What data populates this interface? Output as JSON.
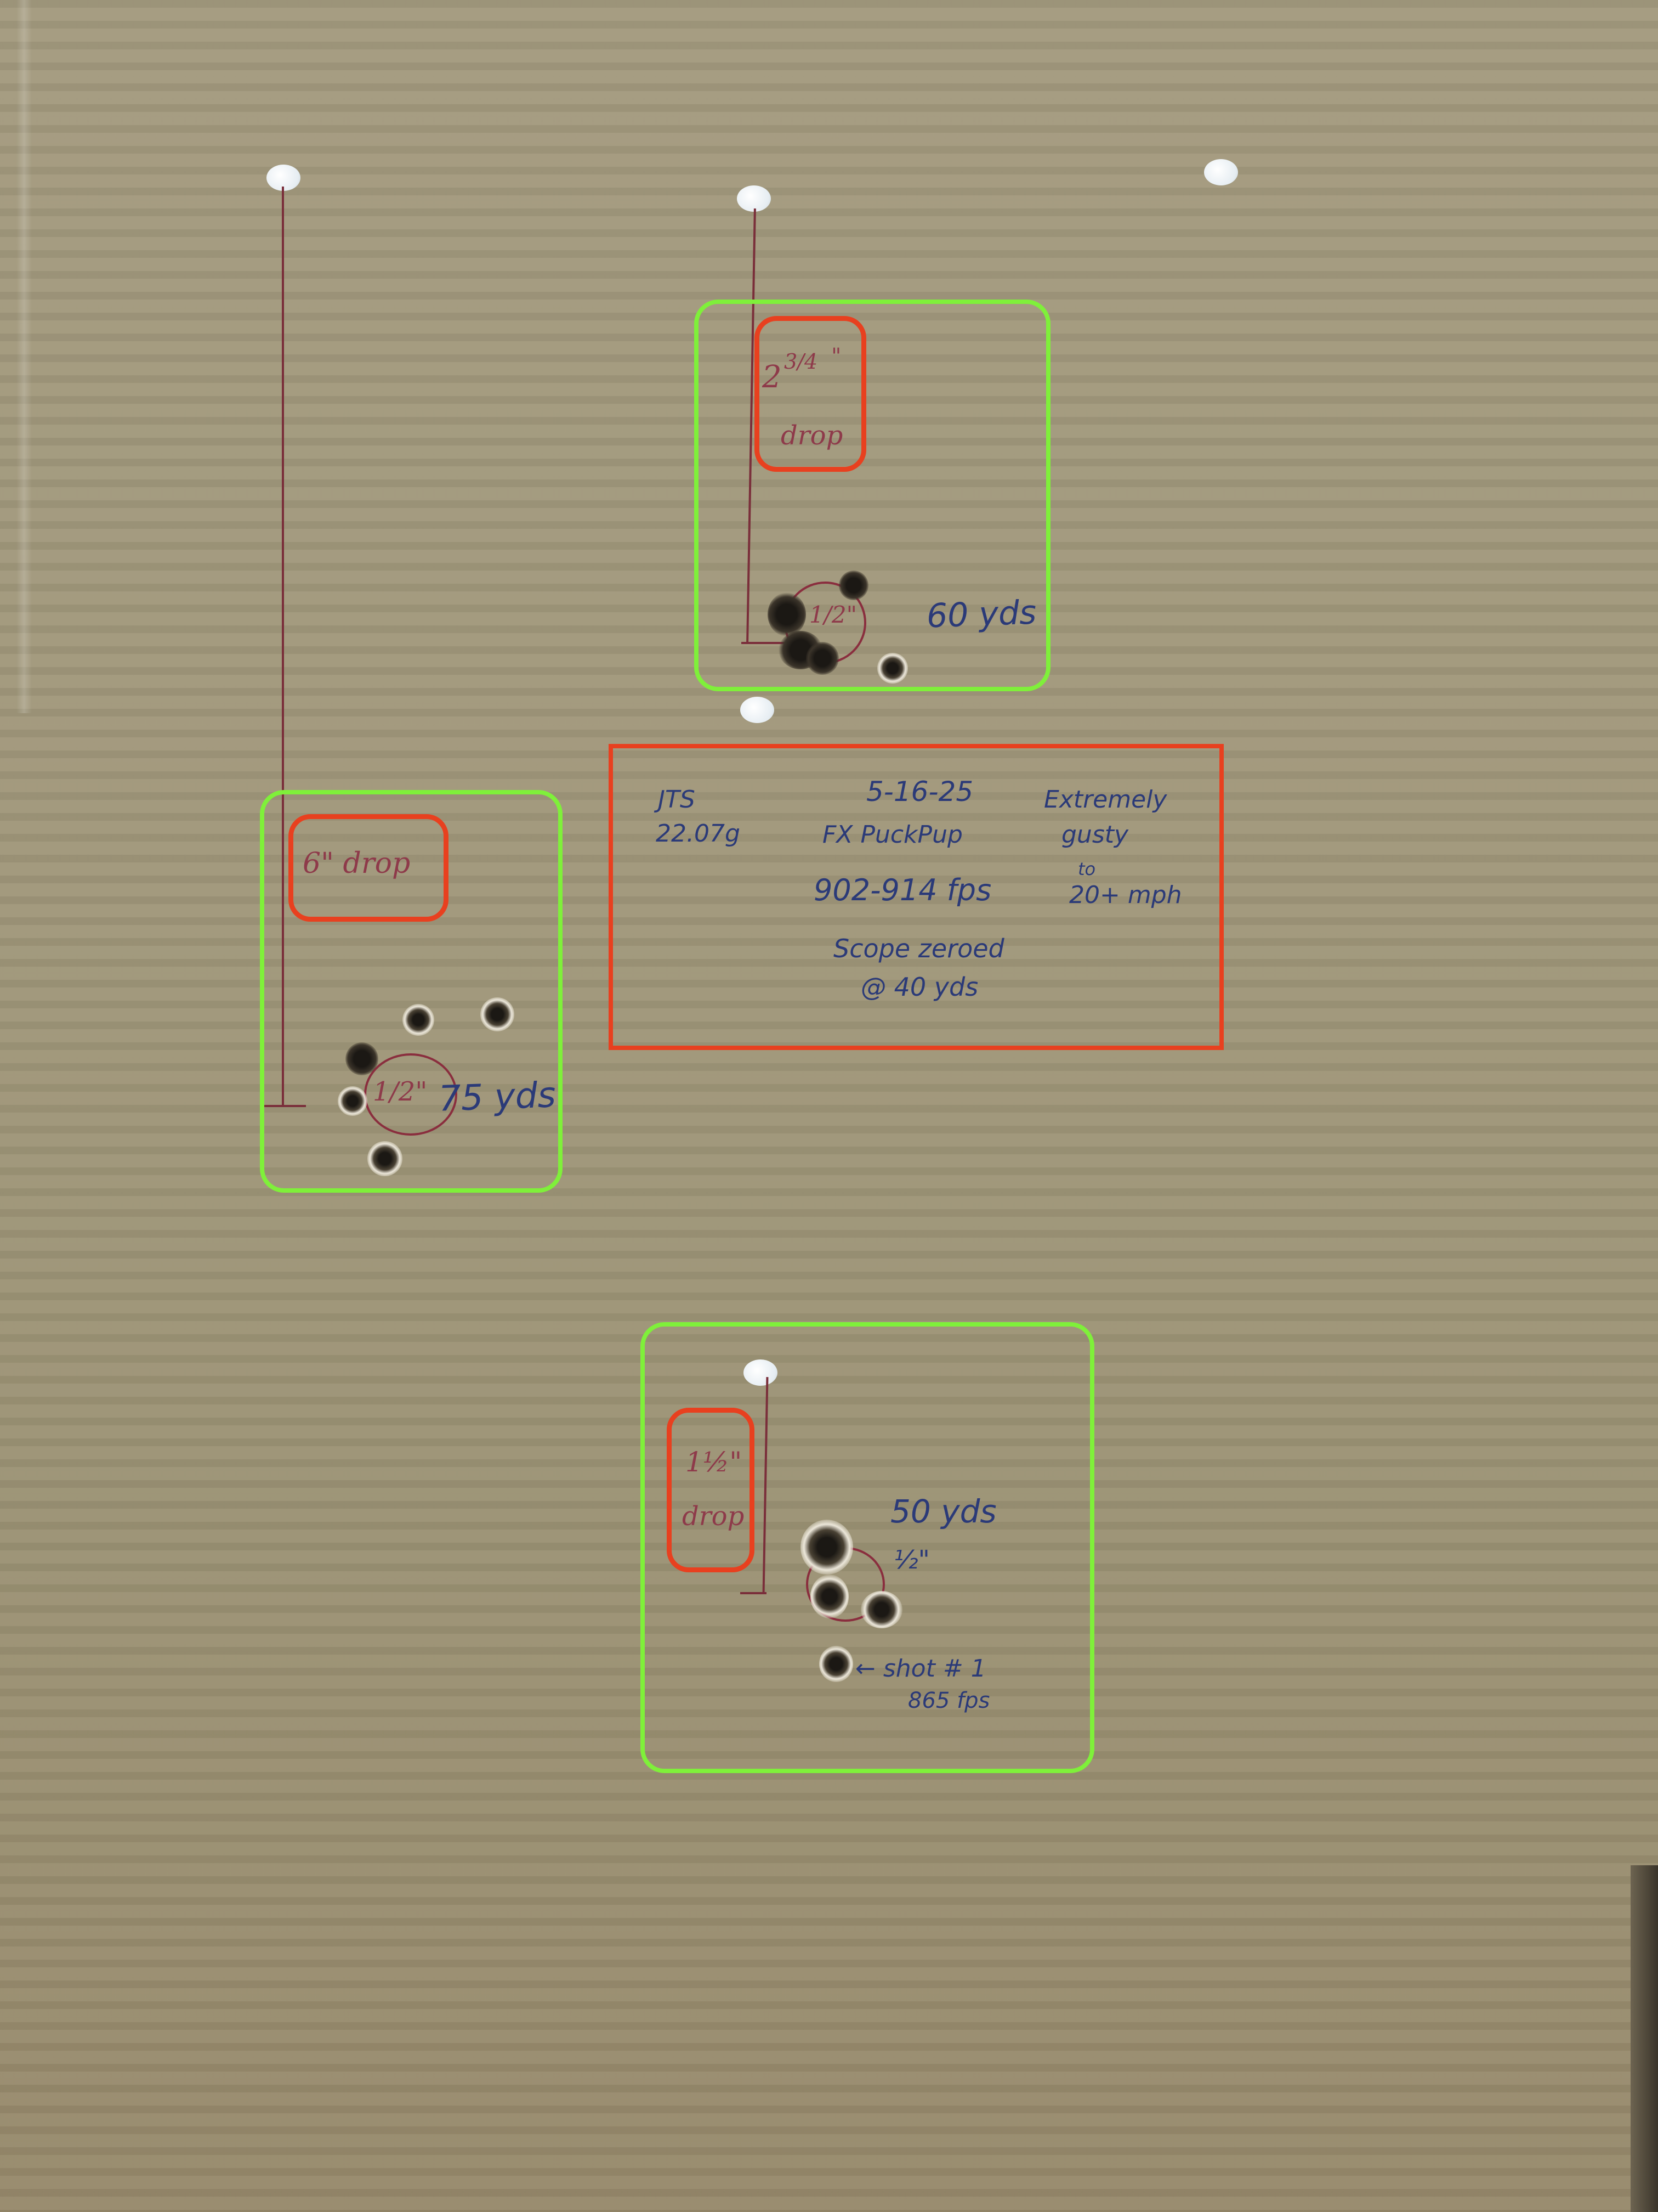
{
  "group_60": {
    "drop_num": "2",
    "drop_frac": "3/4",
    "drop_inch": "\"",
    "drop_word": "drop",
    "group_size": "1/2\"",
    "distance": "60 yds"
  },
  "group_75": {
    "drop": "6\" drop",
    "group_size": "1/2\"",
    "distance": "75 yds"
  },
  "group_50": {
    "drop_num": "1½\"",
    "drop_word": "drop",
    "distance": "50 yds",
    "group_size": "½\"",
    "shot_note_1": "← shot # 1",
    "shot_note_2": "865 fps"
  },
  "notes": {
    "ammo_1": "JTS",
    "ammo_2": "22.07g",
    "date": "5-16-25",
    "gun": "FX PuckPup",
    "velocity": "902-914 fps",
    "zero_1": "Scope zeroed",
    "zero_2": "@ 40 yds",
    "wind_1": "Extremely",
    "wind_2": "gusty",
    "wind_3": "to",
    "wind_4": "20+ mph"
  },
  "colors": {
    "cardboard": "#a0977a",
    "highlight_green": "#7ff03a",
    "highlight_red": "#e8401f",
    "ink_red": "#8e3a4a",
    "ink_blue": "#2b3a78"
  }
}
